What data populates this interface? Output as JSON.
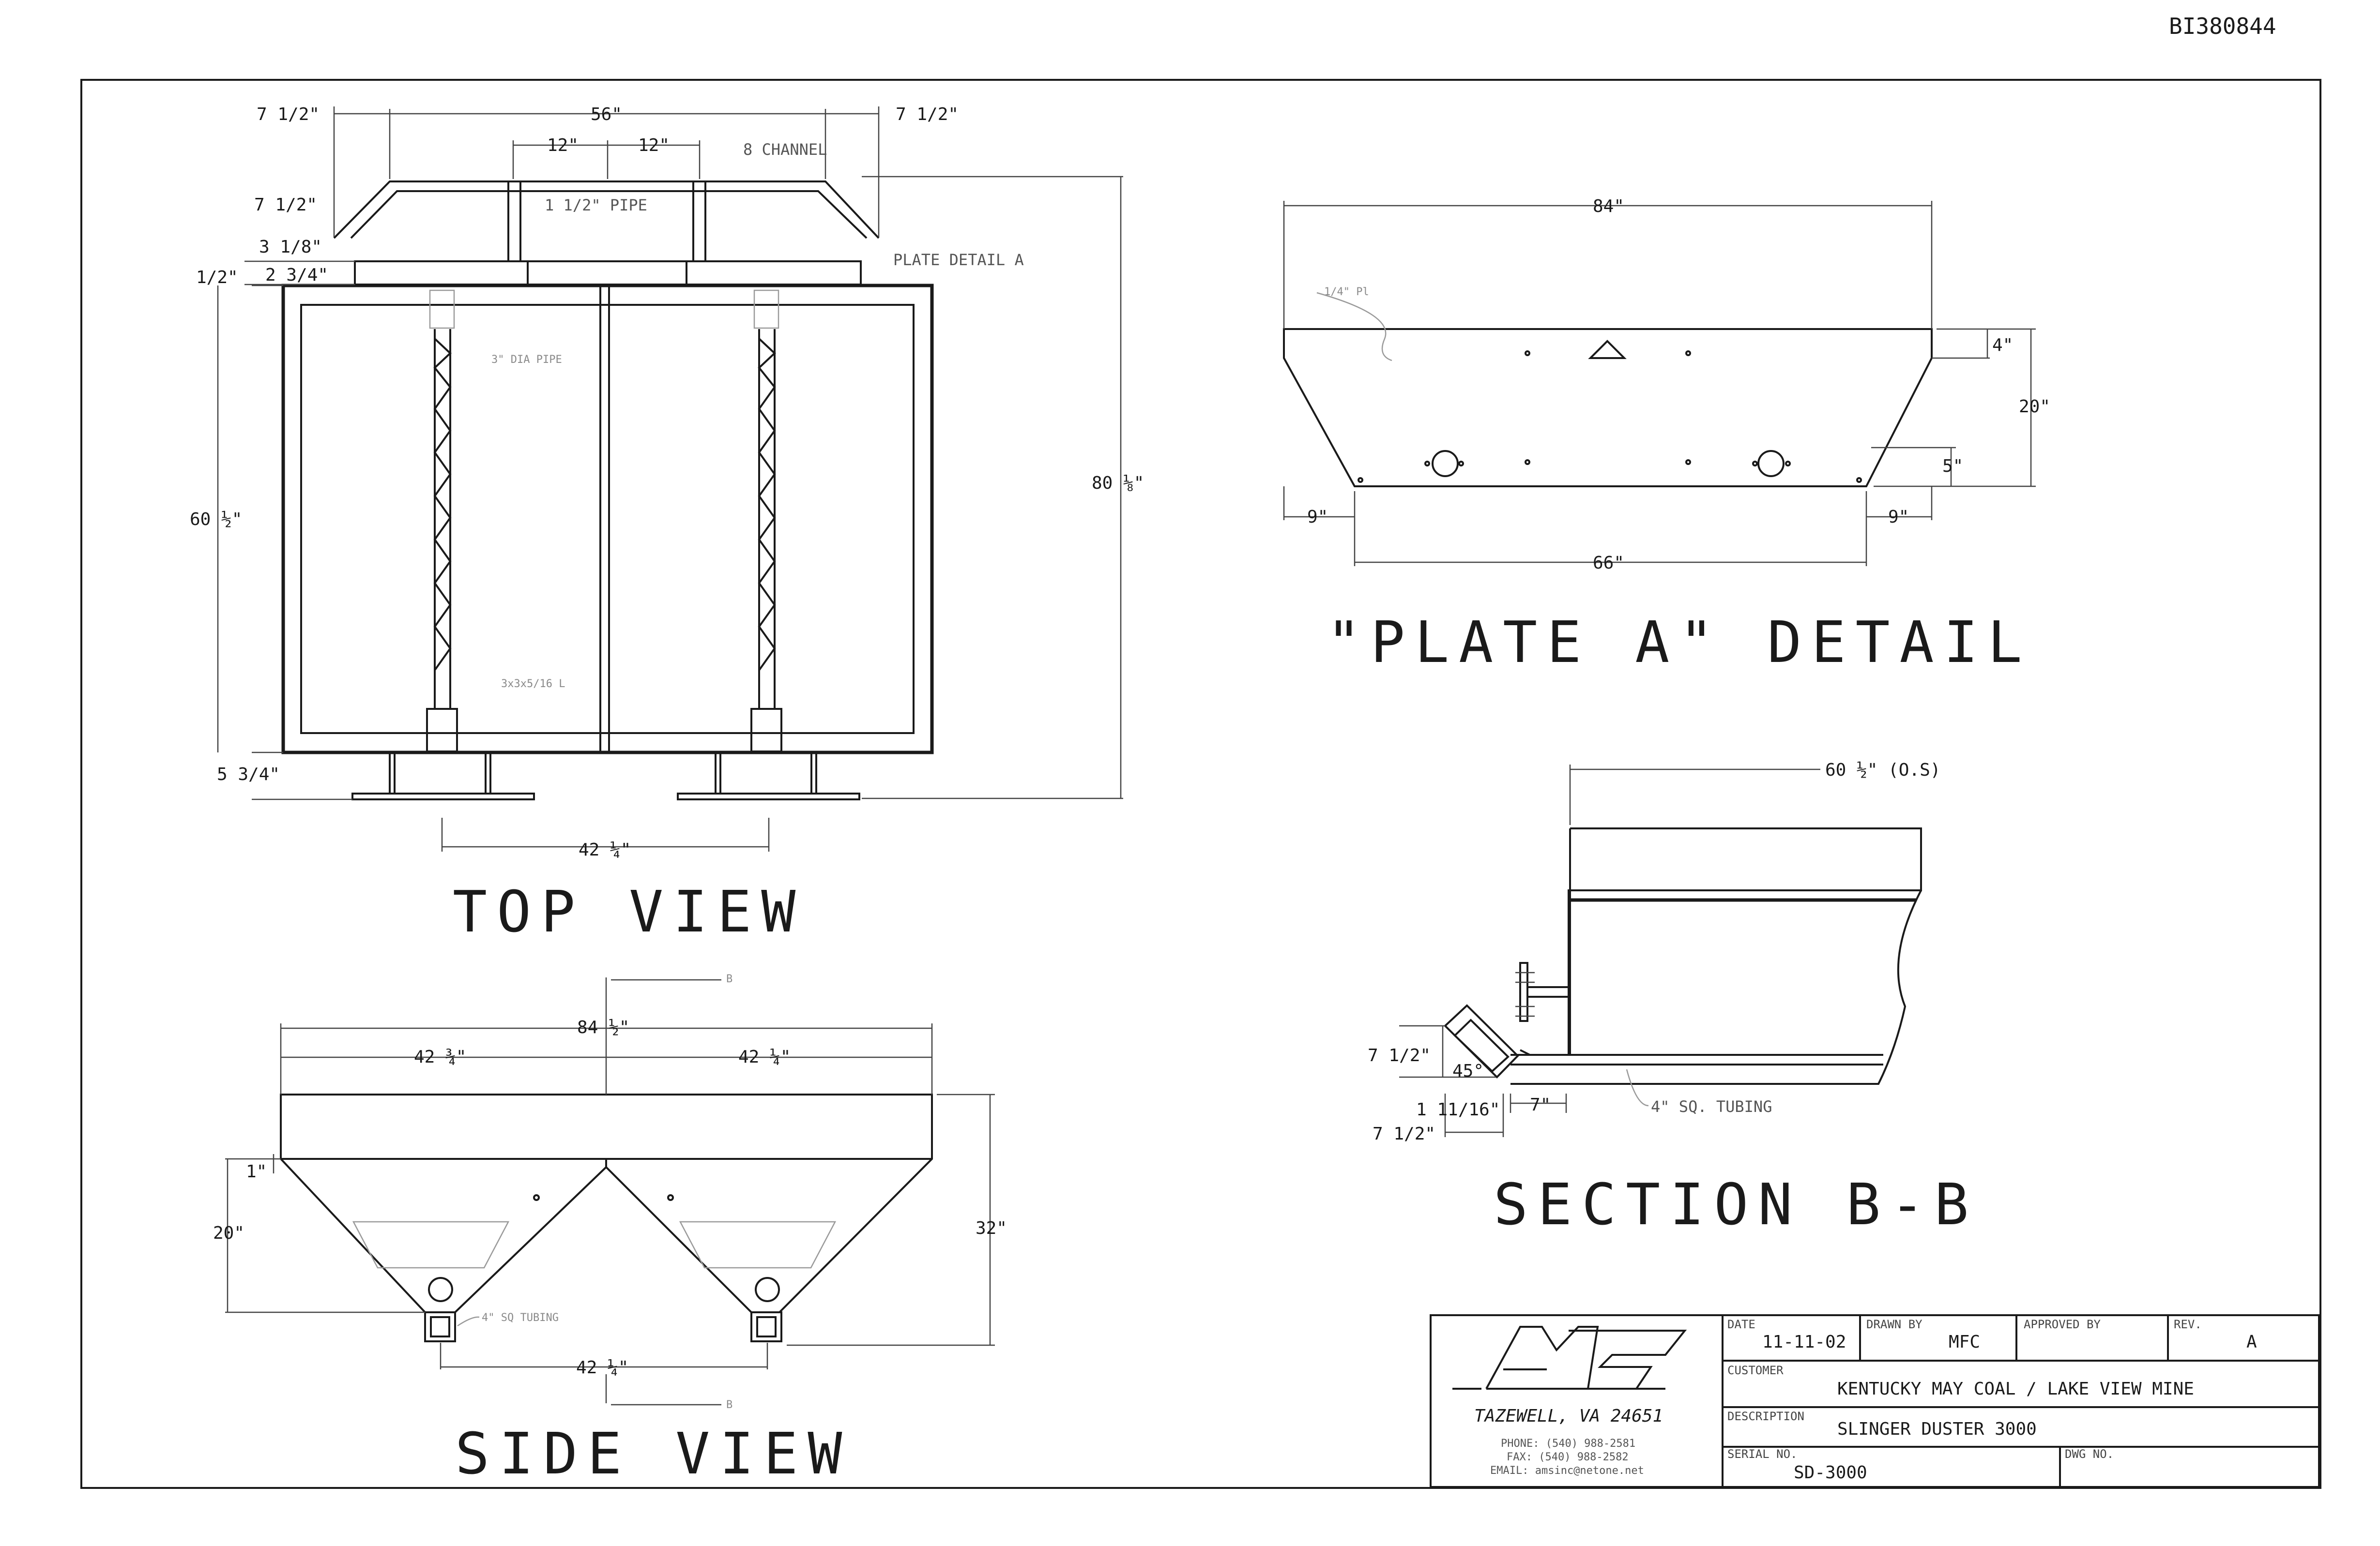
{
  "doc_id": "BI380844",
  "top_view": {
    "title": "TOP VIEW",
    "dims": {
      "d_7_5_left": "7 1/2\"",
      "d_56": "56\"",
      "d_7_5_right": "7 1/2\"",
      "d_12_a": "12\"",
      "d_12_b": "12\"",
      "d_7_5_mid": "7 1/2\"",
      "d_3_125": "3 1/8\"",
      "d_half": "1/2\"",
      "d_2_75": "2 3/4\"",
      "d_60_5": "60 ½\"",
      "d_80_125": "80 ⅛\"",
      "d_5_75": "5 3/4\"",
      "d_42_25": "42 ¼\""
    },
    "notes": {
      "channel": "8 CHANNEL",
      "pipe": "1 1/2\" PIPE",
      "plate_detail": "PLATE DETAIL A",
      "dia_pipe": "3\" DIA PIPE",
      "small_bracket": "3x3x5/16 L"
    }
  },
  "plate_detail": {
    "title": "\"PLATE A\" DETAIL",
    "dims": {
      "d_84": "84\"",
      "d_4": "4\"",
      "d_20": "20\"",
      "d_5": "5\"",
      "d_9_left": "9\"",
      "d_9_right": "9\"",
      "d_66": "66\""
    },
    "notes": {
      "plate_thk": "1/4\" Pl"
    }
  },
  "section_bb": {
    "title": "SECTION B-B",
    "dims": {
      "d_60_5_os": "60 ½\" (O.S)",
      "d_7_5_a": "7 1/2\"",
      "d_45": "45°",
      "d_1_11_16": "1 11/16\"",
      "d_7": "7\"",
      "d_7_5_b": "7 1/2\""
    },
    "notes": {
      "tubing": "4\" SQ. TUBING"
    }
  },
  "side_view": {
    "title": "SIDE VIEW",
    "dims": {
      "d_84_5": "84 ½\"",
      "d_42_25_left": "42 ¾\"",
      "d_42_25_right": "42 ¼\"",
      "d_1": "1\"",
      "d_20": "20\"",
      "d_32": "32\"",
      "d_42_25_bottom": "42 ¼\""
    },
    "notes": {
      "tubing": "4\" SQ TUBING",
      "section_mark_top": "B",
      "section_mark_bottom": "B"
    }
  },
  "title_block": {
    "company": "TAZEWELL, VA 24651",
    "phone": "PHONE: (540) 988-2581",
    "fax": "FAX: (540) 988-2582",
    "email": "EMAIL: amsinc@netone.net",
    "date_label": "DATE",
    "date": "11-11-02",
    "drawn_label": "DRAWN BY",
    "drawn": "MFC",
    "approved_label": "APPROVED BY",
    "approved": "",
    "rev_label": "REV.",
    "rev": "A",
    "customer_label": "CUSTOMER",
    "customer": "KENTUCKY MAY COAL / LAKE VIEW MINE",
    "description_label": "DESCRIPTION",
    "description": "SLINGER DUSTER 3000",
    "serial_label": "SERIAL NO.",
    "serial": "SD-3000",
    "dwg_label": "DWG NO.",
    "dwg": ""
  }
}
